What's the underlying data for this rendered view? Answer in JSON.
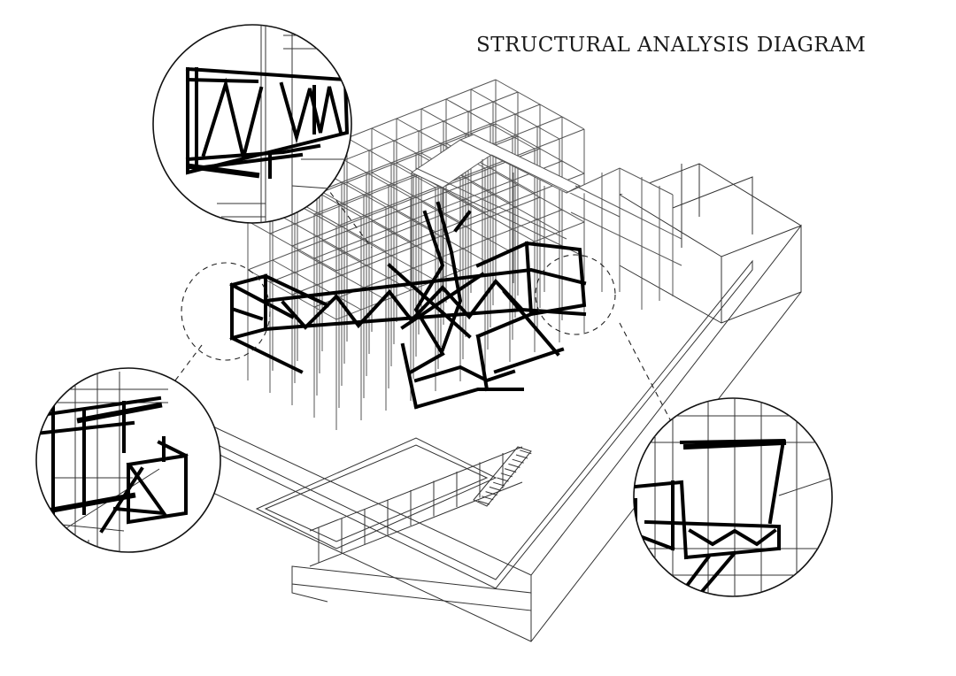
{
  "header": {
    "title": "STRUCTURAL ANALYSIS DIAGRAM"
  },
  "colors": {
    "background": "#ffffff",
    "primary_structure": "#000000",
    "secondary_structure": "#555555"
  },
  "views": {
    "main": "isometric-structure-axonometric",
    "detail_callouts": [
      "top-truss-detail",
      "left-cantilever-detail",
      "right-bracing-detail"
    ]
  }
}
